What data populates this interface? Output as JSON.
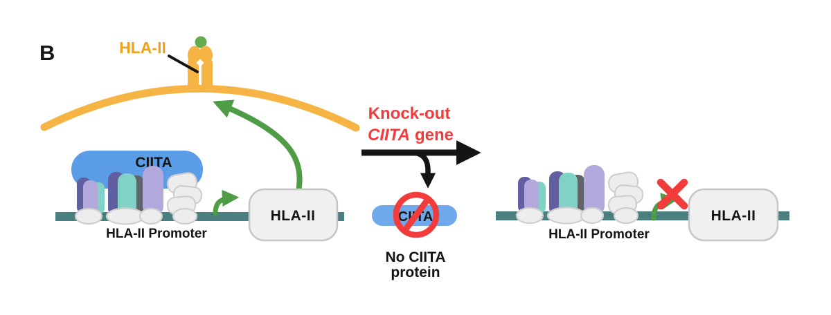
{
  "panel": {
    "label": "B"
  },
  "membrane_receptor": {
    "label": "HLA-II"
  },
  "left_pathway": {
    "complex_label": "CIITA",
    "promoter_label": "HLA-II Promoter",
    "gene_label": "HLA-II"
  },
  "knockout": {
    "line1": "Knock-out",
    "line2_gene": "CIITA",
    "line2_word": "gene",
    "pill_label": "CIITA",
    "result_line1": "No CIITA",
    "result_line2": "protein"
  },
  "right_pathway": {
    "promoter_label": "HLA-II Promoter",
    "gene_label": "HLA-II"
  },
  "colors": {
    "orange": "#F6B445",
    "orange_label": "#EFA31D",
    "green": "#4E9C44",
    "peptide_green": "#63AD4F",
    "dna_teal": "#4A7F7F",
    "ciita_blue": "#5B9CE7",
    "pill_blue": "#6FA9EC",
    "factor_purple_dark": "#615FA0",
    "factor_purple_light": "#B3A8DC",
    "factor_teal": "#7FD2C5",
    "factor_gray": "#5E6468",
    "pebble_fill": "#EDEDED",
    "pebble_stroke": "#CFCFCF",
    "box_fill": "#F0F0F0",
    "box_stroke": "#C6C6C6",
    "red": "#F23B3B",
    "black": "#141414"
  }
}
